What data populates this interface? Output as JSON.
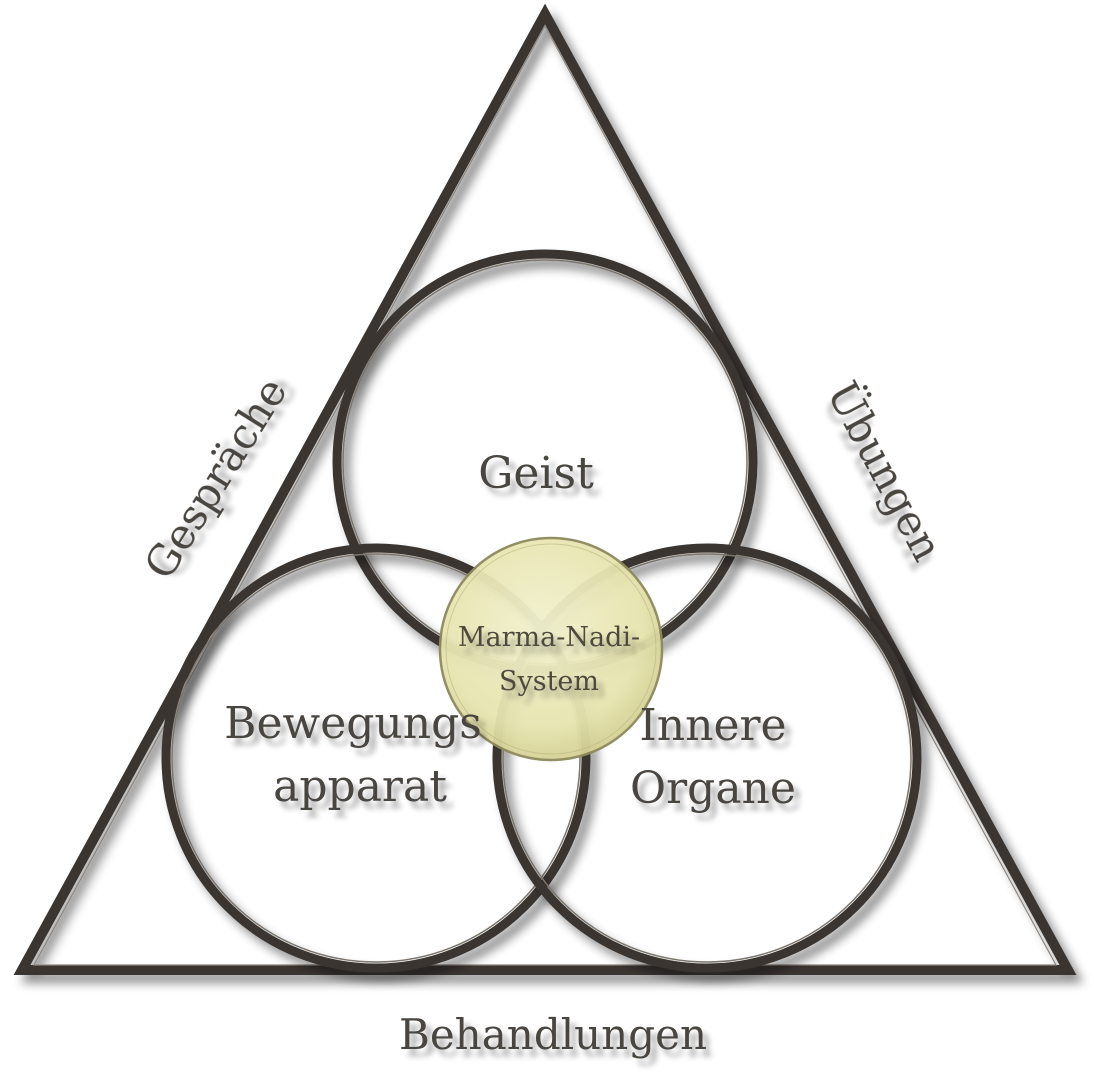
{
  "diagram": {
    "title": "",
    "sides": {
      "left": "Gespräche",
      "right": "Übungen",
      "bottom": "Behandlungen"
    },
    "circles": {
      "top": "Geist",
      "left_line1": "Bewegungs",
      "left_line2": "apparat",
      "right_line1": "Innere",
      "right_line2": "Organe"
    },
    "center_line1": "Marma-Nadi-",
    "center_line2": "System",
    "colors": {
      "outline": "#3b3631",
      "center_fill": "#e9e7b6",
      "text": "#4a4540"
    }
  }
}
